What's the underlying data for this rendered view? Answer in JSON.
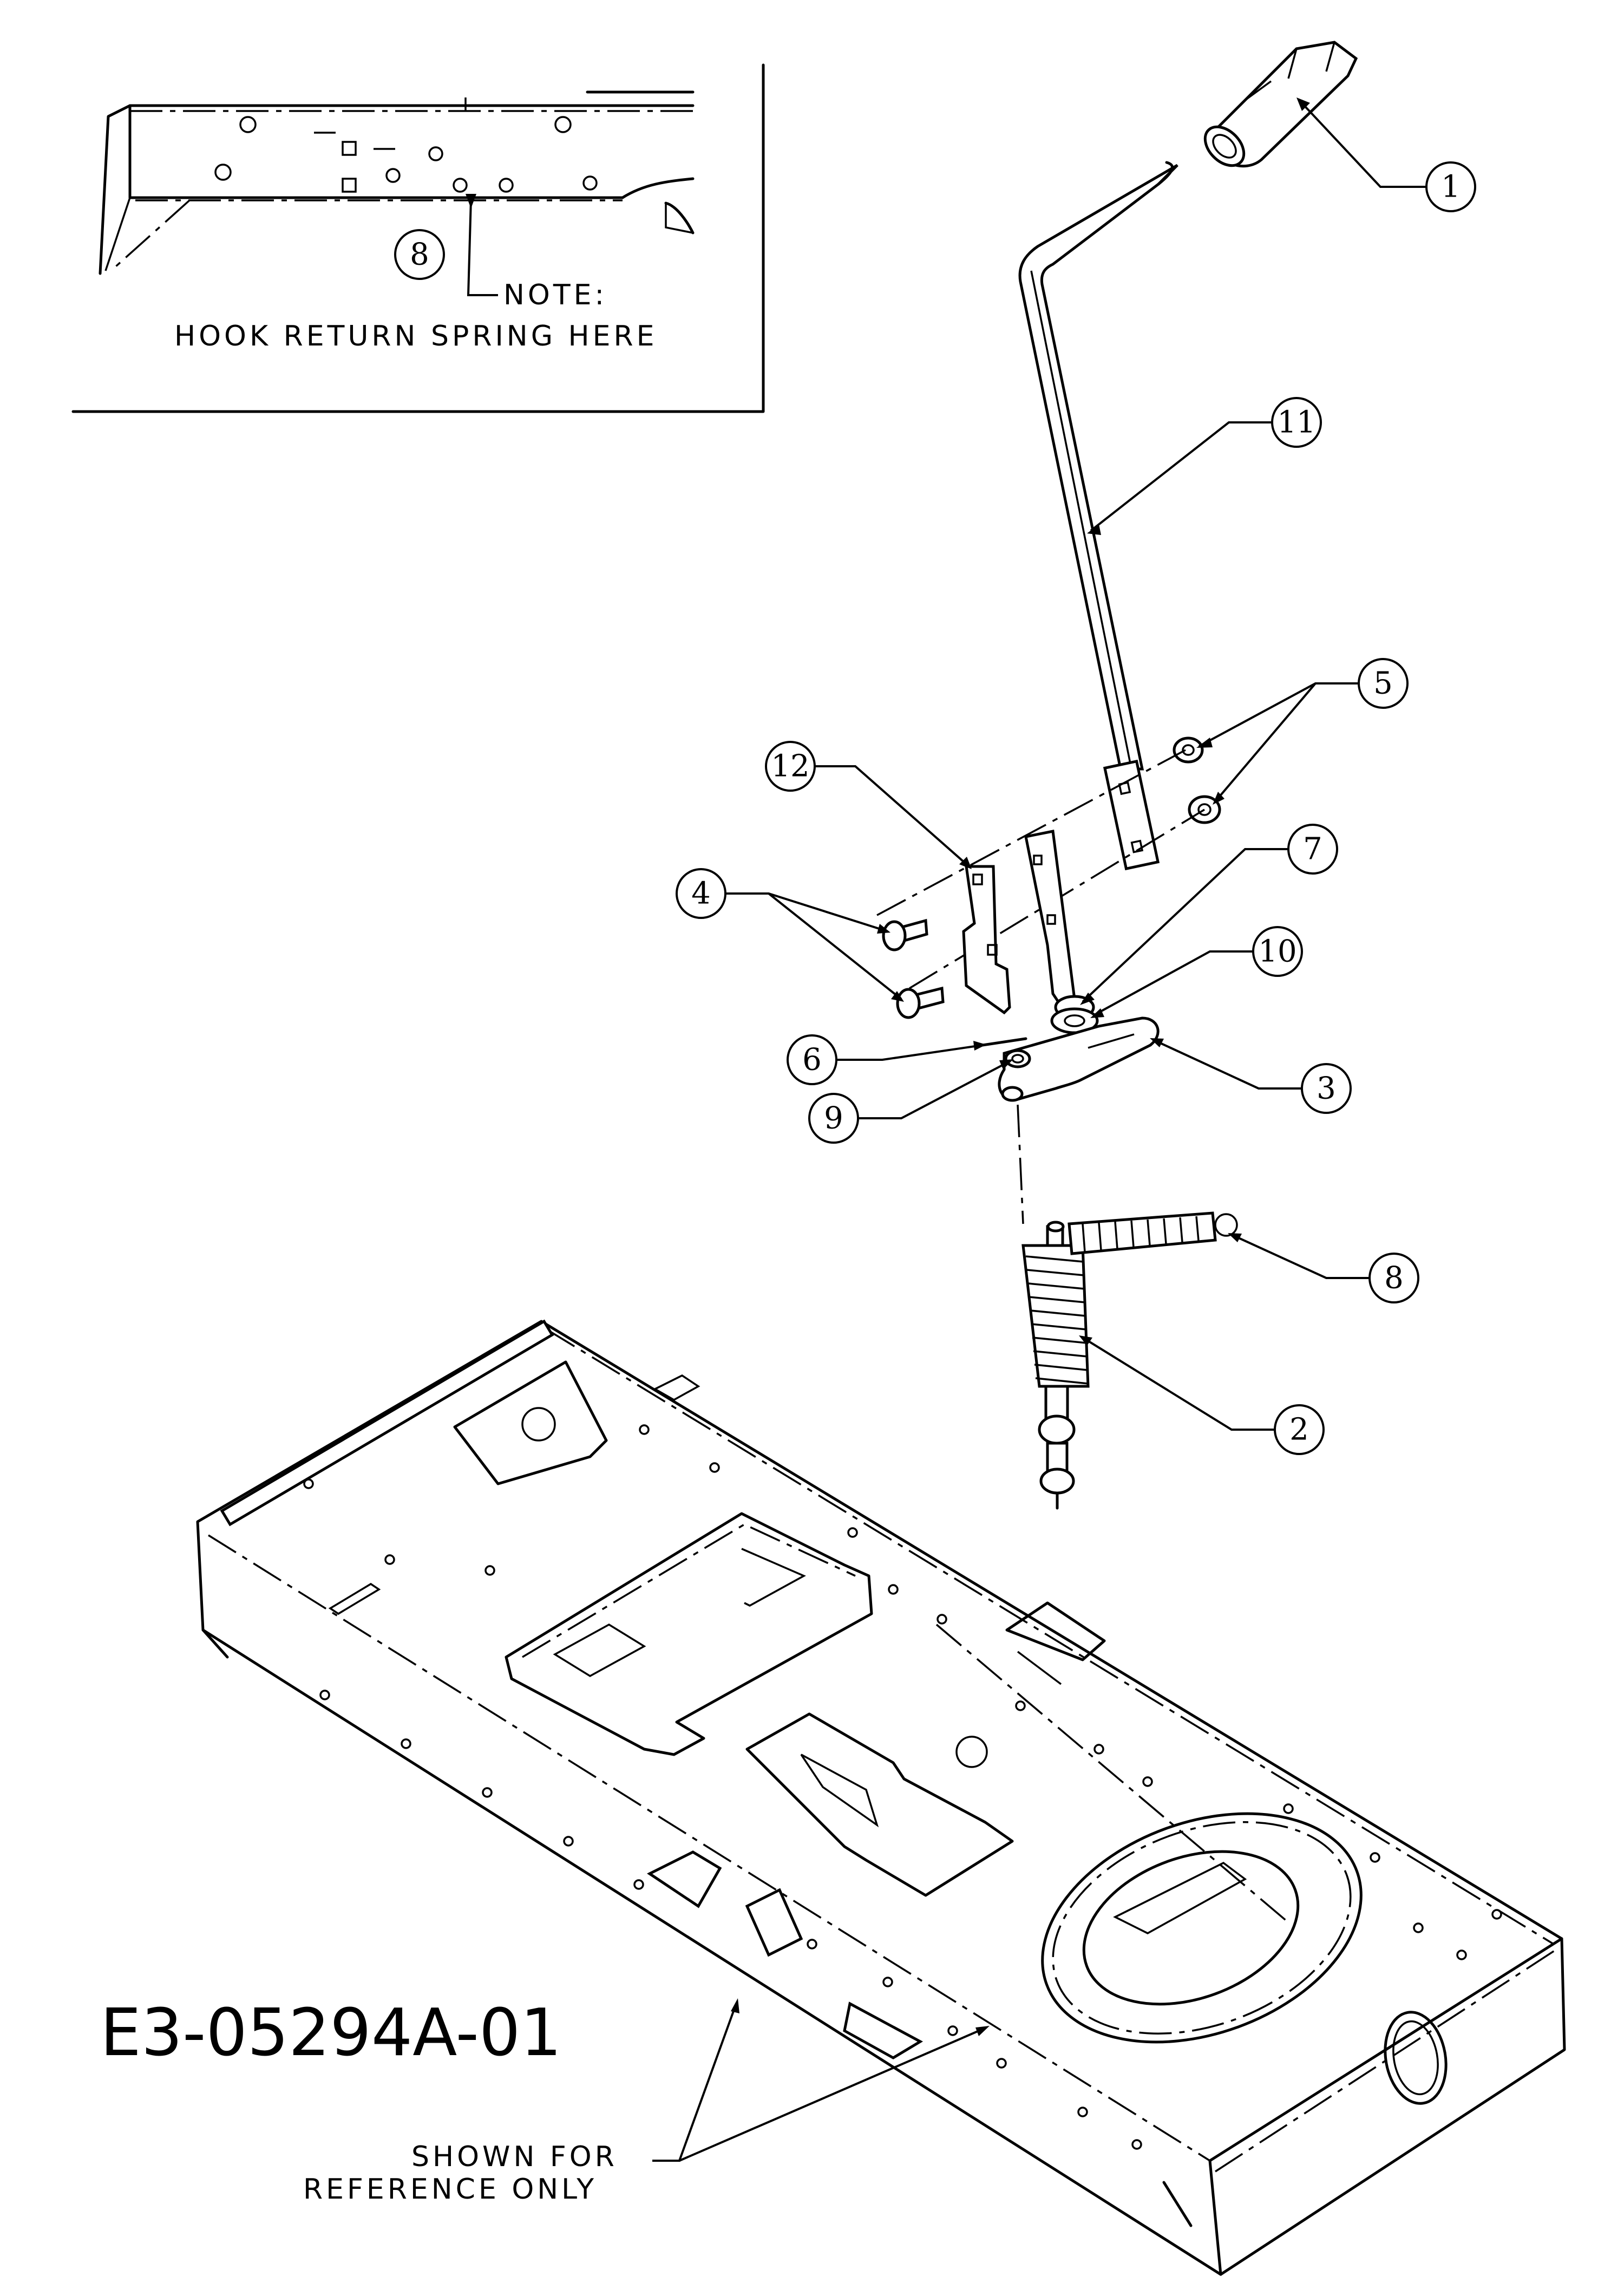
{
  "diagram_code": "E3-05294A-01",
  "inset": {
    "callout": "8",
    "note_label": "NOTE:",
    "note_text": "HOOK RETURN SPRING HERE"
  },
  "reference_note": {
    "line1": "SHOWN FOR",
    "line2": "REFERENCE ONLY"
  },
  "callouts": [
    "1",
    "2",
    "3",
    "4",
    "5",
    "6",
    "7",
    "8",
    "9",
    "10",
    "11",
    "12"
  ]
}
